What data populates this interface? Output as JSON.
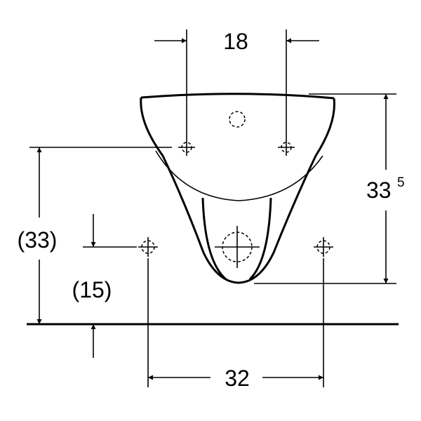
{
  "dimensions": {
    "top_spacing": "18",
    "height_base": "33",
    "height_superscript": "5",
    "left_height": "(33)",
    "lower_height": "(15)",
    "bottom_spacing": "32"
  },
  "colors": {
    "line": "#000000",
    "background": "#ffffff"
  }
}
